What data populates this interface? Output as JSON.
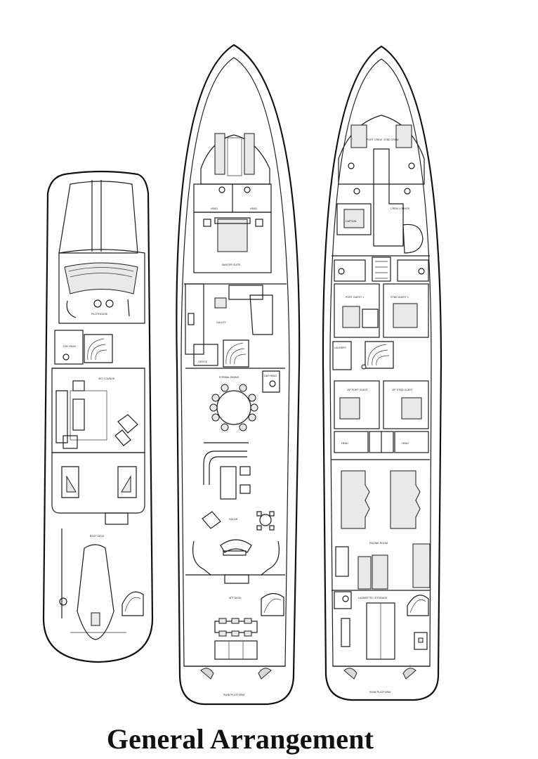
{
  "title": "General Arrangement",
  "decks": [
    {
      "id": "flybridge",
      "labels": {
        "pilothouse": "PILOTHOUSE",
        "day_head": "DAY HEAD",
        "sky_lounge": "SKY LOUNGE",
        "boat_deck": "BOAT DECK"
      }
    },
    {
      "id": "main",
      "labels": {
        "head_port": "HEAD",
        "head_stbd": "HEAD",
        "master_suite": "MASTER SUITE",
        "galley": "GALLEY",
        "office": "OFFICE",
        "formal_dining": "FORMAL DINING",
        "day_head": "DAY HEAD",
        "salon": "SALON",
        "aft_deck": "AFT DECK",
        "swim_platform": "SWIM PLATFORM"
      }
    },
    {
      "id": "lower",
      "labels": {
        "port_crew": "PORT CREW",
        "stbd_crew": "STBD CREW",
        "crew_lounge": "CREW LOUNGE",
        "captain": "CAPTAIN",
        "port_guest": "PORT GUEST 1",
        "stbd_guest": "STBD GUEST 1",
        "laundry": "LAUNDRY",
        "vip_port": "VIP PORT GUEST",
        "vip_stbd": "VIP STBD GUEST",
        "head_a": "HEAD",
        "head_b": "HEAD",
        "engine_room": "ENGINE ROOM",
        "lazarette": "LAZARETTE / STORAGE",
        "swim_platform": "SWIM PLATFORM"
      }
    }
  ]
}
